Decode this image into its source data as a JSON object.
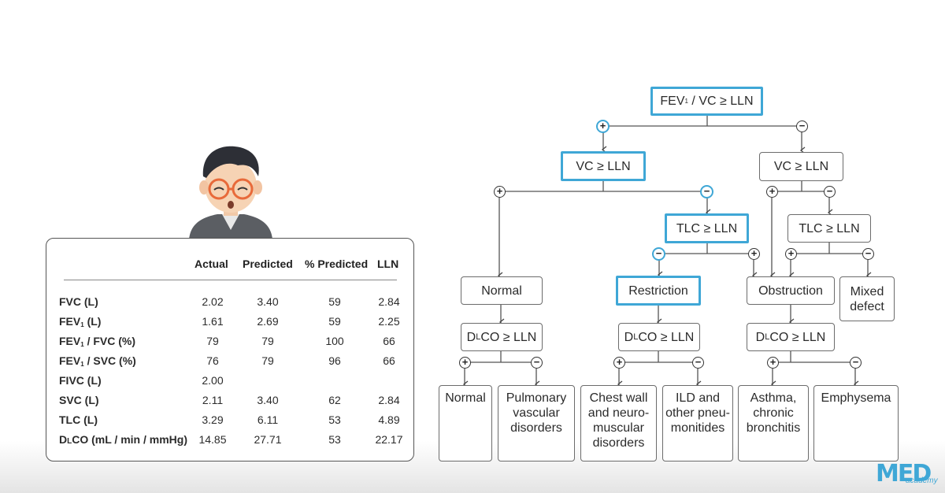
{
  "table": {
    "headers": [
      "Actual",
      "Predicted",
      "% Predicted",
      "LLN"
    ],
    "rows": [
      {
        "label": "FVC (L)",
        "values": [
          "2.02",
          "3.40",
          "59",
          "2.84"
        ]
      },
      {
        "label": "FEV1 (L)",
        "values": [
          "1.61",
          "2.69",
          "59",
          "2.25"
        ]
      },
      {
        "label": "FEV1 / FVC (%)",
        "values": [
          "79",
          "79",
          "100",
          "66"
        ]
      },
      {
        "label": "FEV1 / SVC (%)",
        "values": [
          "76",
          "79",
          "96",
          "66"
        ]
      },
      {
        "label": "FIVC (L)",
        "values": [
          "2.00",
          "",
          "",
          ""
        ]
      },
      {
        "label": "SVC (L)",
        "values": [
          "2.11",
          "3.40",
          "62",
          "2.84"
        ]
      },
      {
        "label": "TLC (L)",
        "values": [
          "3.29",
          "6.11",
          "53",
          "4.89"
        ]
      },
      {
        "label": "DLCO (mL / min / mmHg)",
        "values": [
          "14.85",
          "27.71",
          "53",
          "22.17"
        ]
      }
    ]
  },
  "flowchart": {
    "root": "FEV1 / VC ≥ LLN",
    "vc_left": "VC ≥ LLN",
    "vc_right": "VC ≥ LLN",
    "tlc_left": "TLC ≥ LLN",
    "tlc_right": "TLC ≥ LLN",
    "normal": "Normal",
    "restriction": "Restriction",
    "obstruction": "Obstruction",
    "mixed": "Mixed defect",
    "dlco_1": "DLCO ≥ LLN",
    "dlco_2": "DLCO ≥ LLN",
    "dlco_3": "DLCO ≥ LLN",
    "out_normal": "Normal",
    "out_pulmonary": "Pulmonary vascular disorders",
    "out_chestwall": "Chest wall and neuro-muscular disorders",
    "out_ild": "ILD and other pneu-monitides",
    "out_asthma": "Asthma, chronic bronchitis",
    "out_emphysema": "Emphysema",
    "plus": "+",
    "minus": "−"
  },
  "colors": {
    "highlight": "#3fa7d6",
    "line": "#555555"
  },
  "logo": {
    "text": "MED",
    "sub": "academy"
  }
}
